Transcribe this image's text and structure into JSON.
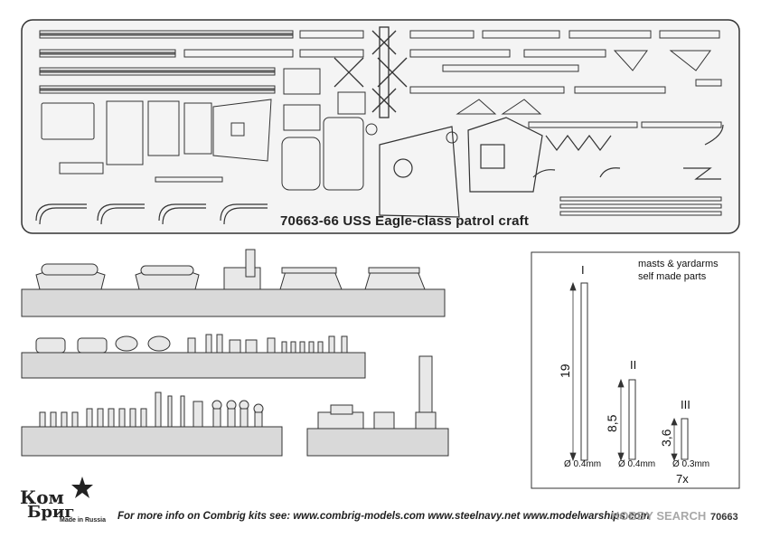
{
  "photo_etch": {
    "kit_label": "70663-66 USS Eagle-class patrol craft"
  },
  "masts_panel": {
    "title_line1": "masts & yardarms",
    "title_line2": "self made parts",
    "parts": [
      {
        "roman": "I",
        "length": "19",
        "diameter": "Ø 0.4mm"
      },
      {
        "roman": "II",
        "length": "8,5",
        "diameter": "Ø 0.4mm"
      },
      {
        "roman": "III",
        "length": "3,6",
        "diameter": "Ø 0.3mm"
      }
    ],
    "quantity": "7x"
  },
  "footer": {
    "text": "For more info on Combrig kits see: www.combrig-models.com www.steelnavy.net  www.modelwarships.com",
    "code": "70663"
  },
  "logo": {
    "line1": "Ком",
    "line2": "Бриг",
    "made_in": "Made in Russia"
  },
  "watermark": "HOBBY SEARCH",
  "colors": {
    "fret": "#c8c8c8",
    "fret_border": "#333333",
    "resin": "#d9d9d9"
  }
}
